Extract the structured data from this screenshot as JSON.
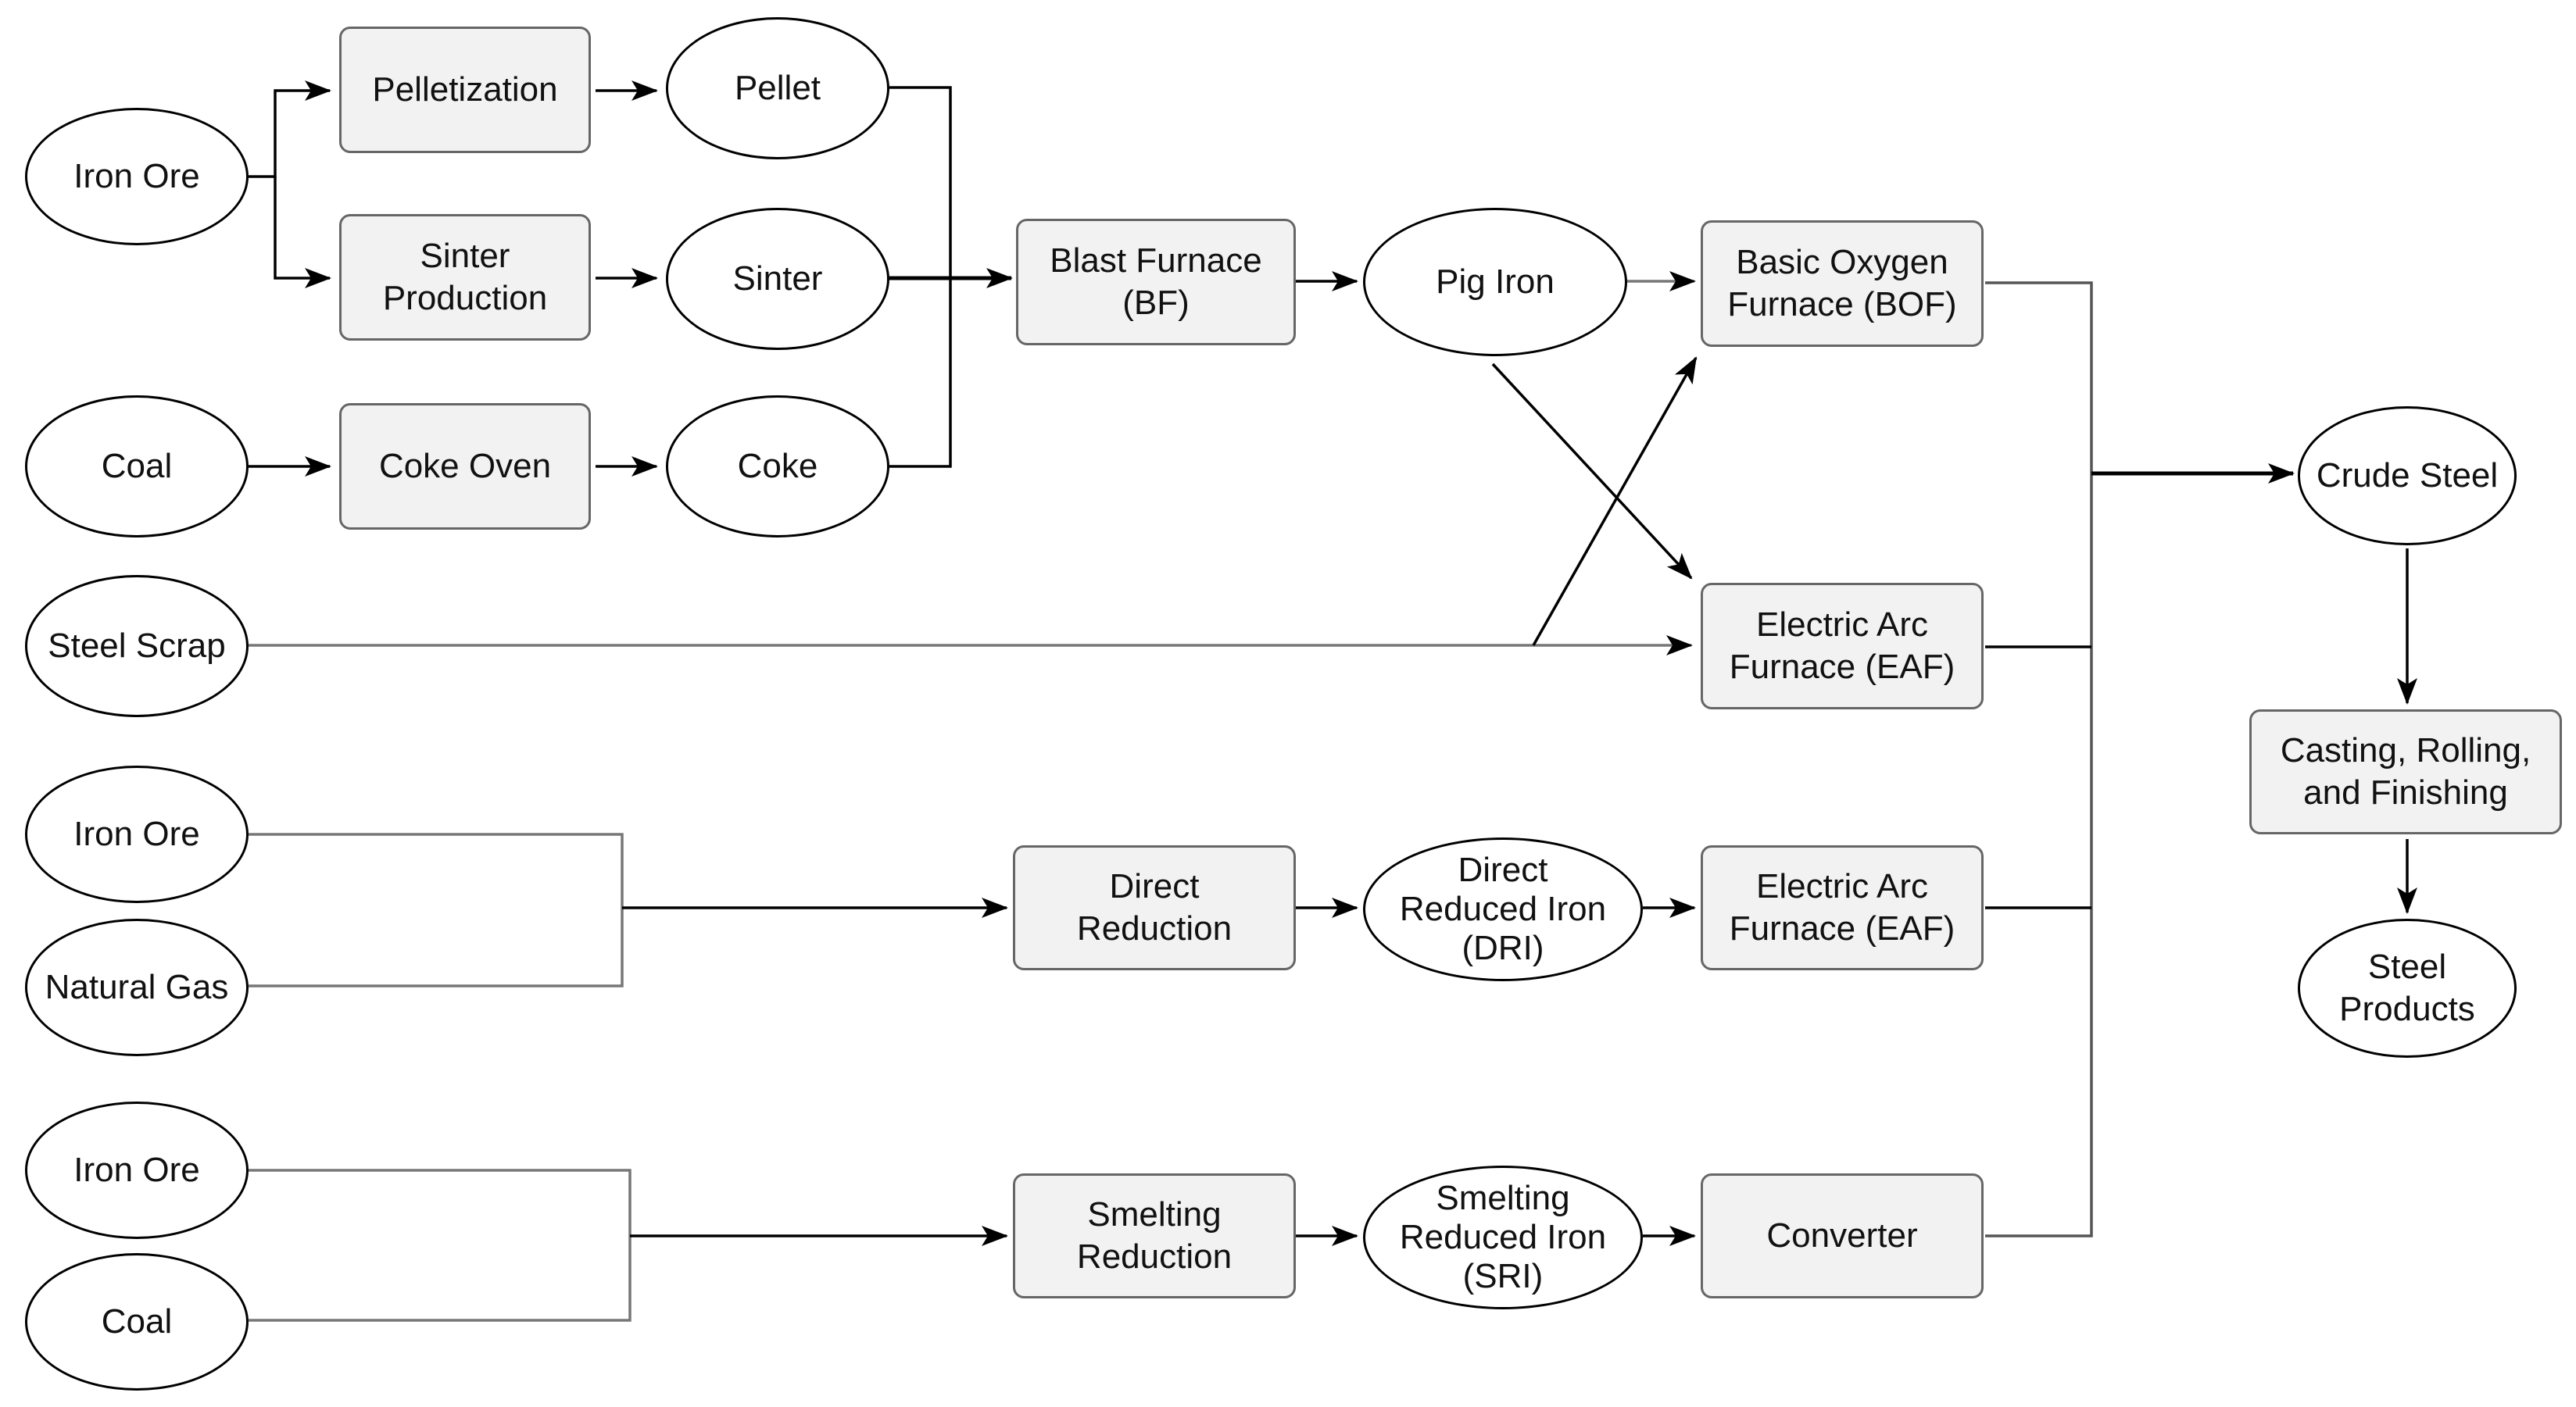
{
  "nodes": {
    "iron_ore_1": "Iron Ore",
    "pelletization": "Pelletization",
    "pellet": "Pellet",
    "sinter_production": "Sinter\nProduction",
    "sinter": "Sinter",
    "coal_1": "Coal",
    "coke_oven": "Coke Oven",
    "coke": "Coke",
    "blast_furnace": "Blast Furnace\n(BF)",
    "pig_iron": "Pig Iron",
    "bof": "Basic Oxygen\nFurnace (BOF)",
    "steel_scrap": "Steel Scrap",
    "eaf_1": "Electric Arc\nFurnace (EAF)",
    "crude_steel": "Crude Steel",
    "casting": "Casting, Rolling,\nand Finishing",
    "steel_products": "Steel\nProducts",
    "iron_ore_2": "Iron Ore",
    "natural_gas": "Natural Gas",
    "direct_reduction": "Direct\nReduction",
    "dri": "Direct\nReduced Iron\n(DRI)",
    "eaf_2": "Electric Arc\nFurnace (EAF)",
    "iron_ore_3": "Iron Ore",
    "coal_2": "Coal",
    "smelting_reduction": "Smelting\nReduction",
    "sri": "Smelting\nReduced Iron\n(SRI)",
    "converter": "Converter"
  },
  "colors": {
    "line": "#000000",
    "box_fill": "#f2f2f2",
    "box_border": "#666666",
    "ellipse_fill": "#ffffff"
  }
}
